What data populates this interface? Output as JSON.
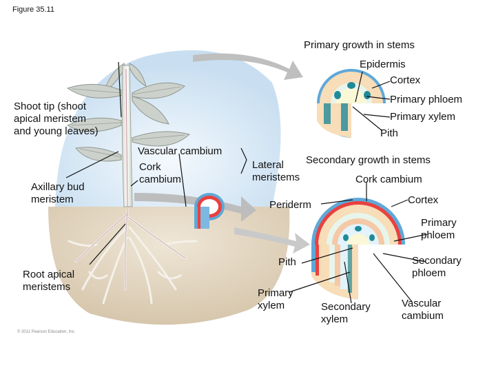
{
  "figure_label": "Figure 35.11",
  "copyright": "© 2011 Pearson Education, Inc.",
  "headings": {
    "primary": "Primary growth in stems",
    "secondary": "Secondary growth in stems"
  },
  "labels": {
    "shoot_tip": "Shoot tip (shoot\napical meristem\nand young leaves)",
    "axillary_bud": "Axillary bud\nmeristem",
    "root_apical": "Root apical\nmeristems",
    "vascular_cambium": "Vascular cambium",
    "cork_cambium": "Cork\ncambium",
    "lateral_meristems": "Lateral\nmeristems",
    "epidermis": "Epidermis",
    "cortex_primary": "Cortex",
    "primary_phloem_top": "Primary phloem",
    "primary_xylem_top": "Primary xylem",
    "pith_top": "Pith",
    "cork_cambium_secondary": "Cork cambium",
    "cortex_secondary": "Cortex",
    "periderm": "Periderm",
    "primary_phloem_bottom": "Primary\nphloem",
    "pith_bottom": "Pith",
    "secondary_phloem": "Secondary\nphloem",
    "primary_xylem_bottom": "Primary\nxylem",
    "secondary_xylem": "Secondary\nxylem",
    "vascular_cambium_bottom": "Vascular\ncambium"
  },
  "colors": {
    "sky": "#d4e6f4",
    "soil": "#d9cbb4",
    "stem": "#eef0e8",
    "leaf": "#c8ccc6",
    "epidermis": "#5fa8d8",
    "cortex": "#f7ddb8",
    "phloem": "#e8f5ec",
    "xylem": "#1f8a98",
    "pith": "#fbf8d8",
    "periderm": "#e9413f"
  }
}
